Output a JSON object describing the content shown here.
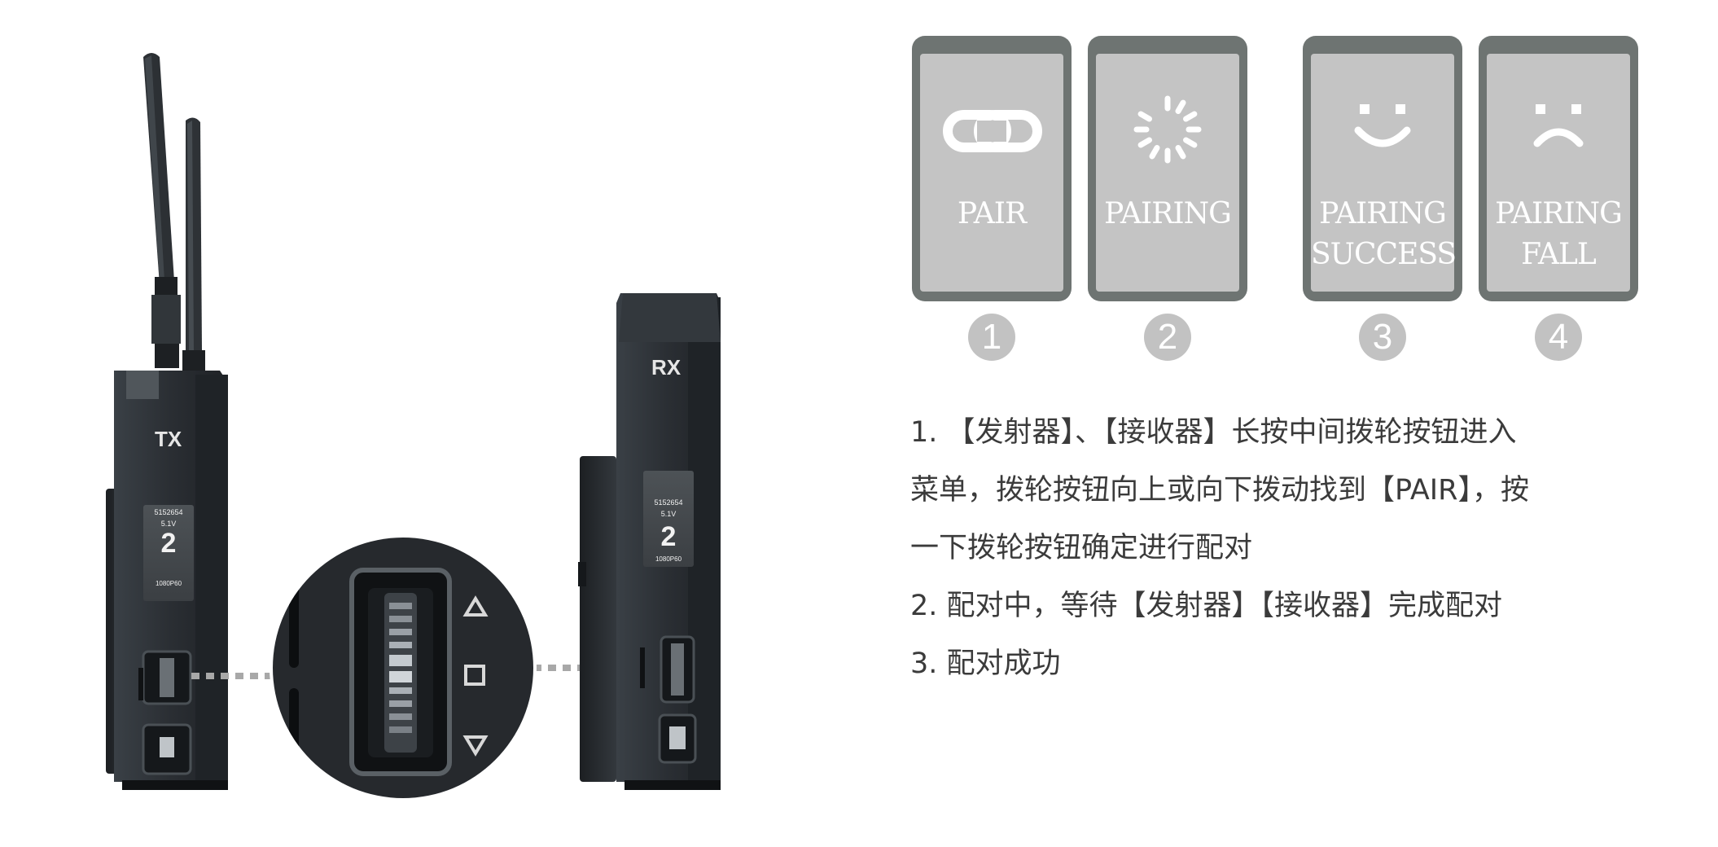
{
  "devices": {
    "tx": {
      "label": "TX",
      "screen_line1": "5152654",
      "screen_line2": "5.1V",
      "channel": "2",
      "resolution": "1080P60"
    },
    "rx": {
      "label": "RX",
      "screen_line1": "5152654",
      "screen_line2": "5.1V",
      "channel": "2",
      "resolution": "1080P60"
    },
    "icons": {
      "antenna": "antenna-icon",
      "dial": "scroll-wheel-icon",
      "up": "triangle-up-icon",
      "square": "square-icon",
      "down": "triangle-down-icon"
    }
  },
  "cards": [
    {
      "label_lines": [
        "PAIR"
      ],
      "icon": "link-icon",
      "number": "1"
    },
    {
      "label_lines": [
        "PAIRING"
      ],
      "icon": "spinner-icon",
      "number": "2"
    },
    {
      "label_lines": [
        "PAIRING",
        "SUCCESS"
      ],
      "icon": "smile-face-icon",
      "number": "3"
    },
    {
      "label_lines": [
        "PAIRING",
        "FALL"
      ],
      "icon": "sad-face-icon",
      "number": "4"
    }
  ],
  "colors": {
    "card_frame": "#6e7472",
    "card_face": "#c4c4c4",
    "badge": "#c2c2c2",
    "device_body": "#2b2f33",
    "text": "#3b3b3b"
  },
  "instructions": [
    "1. 【发射器】、【接收器】长按中间拨轮按钮进入",
    "菜单，拨轮按钮向上或向下拨动找到【PAIR】，按",
    "一下拨轮按钮确定进行配对",
    "2. 配对中，等待【发射器】【接收器】完成配对",
    "3. 配对成功"
  ]
}
